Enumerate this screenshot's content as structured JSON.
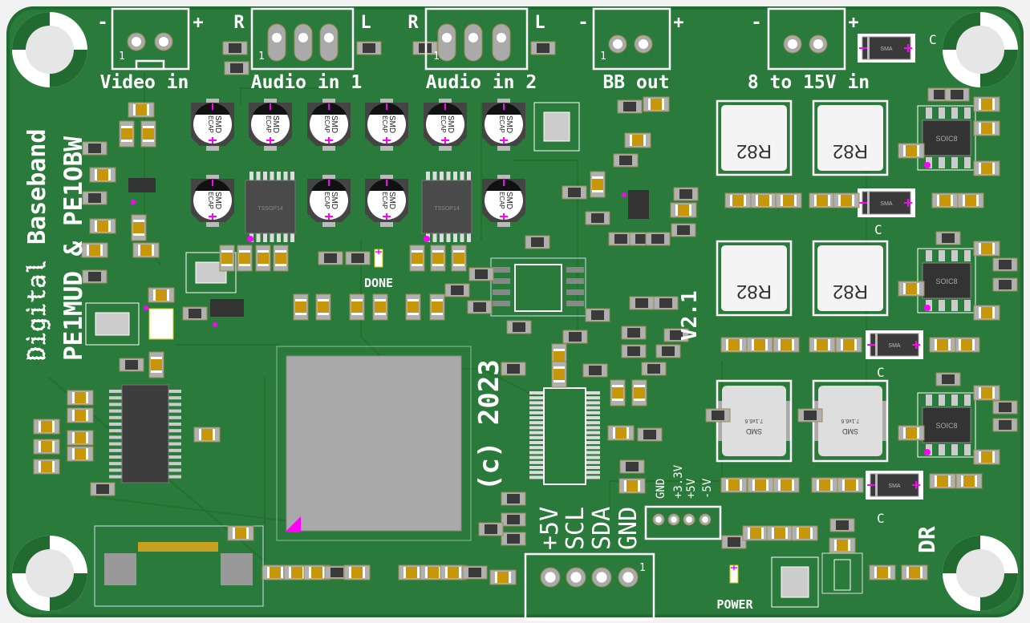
{
  "board": {
    "colors": {
      "soldermask": "#2a7a3b",
      "silkscreen": "#ffffff",
      "pad": "#b0b0b0",
      "copper_cap": "#c8960a",
      "marker": "#ff00ff"
    },
    "title_line1_prefix": "Digital",
    "title_line1": "Baseband",
    "title_line2": "PE1MUD & PE1OBW",
    "version": "V2.1",
    "copyright": "(c) 2023",
    "initials": "DR"
  },
  "connectors": {
    "video_in": {
      "label": "Video in",
      "minus": "-",
      "plus": "+",
      "pin1": "1"
    },
    "audio_in_1": {
      "label": "Audio in 1",
      "right": "R",
      "left": "L",
      "pin1": "1"
    },
    "audio_in_2": {
      "label": "Audio in 2",
      "right": "R",
      "left": "L",
      "pin1": "1"
    },
    "bb_out": {
      "label": "BB out",
      "minus": "-",
      "plus": "+",
      "pin1": "1"
    },
    "power_in": {
      "label": "8 to 15V in",
      "minus": "-",
      "plus": "+"
    },
    "i2c": {
      "pins": [
        "+5V",
        "SCL",
        "SDA",
        "GND"
      ],
      "pin1": "1"
    },
    "supply": {
      "pins": [
        "GND",
        "+3.3V",
        "+5V",
        "-5V"
      ]
    }
  },
  "indicators": {
    "done": "DONE",
    "power": "POWER"
  },
  "component_labels": {
    "ecap_1": "SMD",
    "ecap_2": "ECAP",
    "tssop": "TSSOP14",
    "inductor": "R82",
    "smd_inductor_1": "SMD",
    "smd_inductor_2": "7.1x6.6",
    "soic": "SOIC8",
    "diode": "SMA",
    "cap_marker": "C"
  }
}
